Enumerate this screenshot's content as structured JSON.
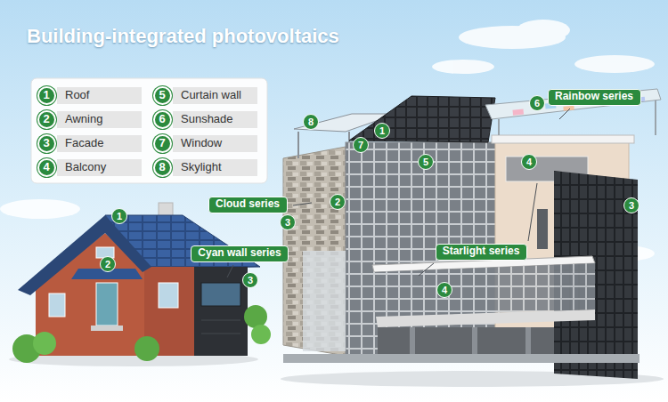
{
  "diagram": {
    "title": "Building-integrated photovoltaics",
    "nodes": [
      {
        "text": [
          "1"
        ]
      },
      {
        "text": [
          "Roof"
        ]
      },
      {
        "text": [
          "5"
        ]
      },
      {
        "text": [
          "Curtain wall"
        ]
      },
      {
        "text": [
          "2"
        ]
      },
      {
        "text": [
          "Awning"
        ]
      },
      {
        "text": [
          "6"
        ]
      },
      {
        "text": [
          "Sunshade"
        ]
      },
      {
        "text": [
          "3"
        ]
      },
      {
        "text": [
          "Facade"
        ]
      },
      {
        "text": [
          "7"
        ]
      },
      {
        "text": [
          "Window"
        ]
      },
      {
        "text": [
          "4"
        ]
      },
      {
        "text": [
          "Balcony"
        ]
      },
      {
        "text": [
          "8"
        ]
      },
      {
        "text": [
          "Skylight"
        ]
      },
      {
        "text": [
          "6"
        ]
      },
      {
        "text": [
          "Rainbow series"
        ]
      },
      {
        "text": [
          "8"
        ]
      },
      {
        "text": [
          "1"
        ]
      },
      {
        "text": [
          "7"
        ]
      },
      {
        "text": [
          "5"
        ]
      },
      {
        "text": [
          "4"
        ]
      },
      {
        "text": [
          "2"
        ]
      },
      {
        "text": [
          "Cloud series"
        ]
      },
      {
        "text": [
          "3"
        ]
      },
      {
        "text": [
          "1"
        ]
      },
      {
        "text": [
          "3"
        ]
      },
      {
        "text": [
          "Starlight series"
        ]
      },
      {
        "text": [
          "Cyan wall series"
        ]
      },
      {
        "text": [
          "2"
        ]
      },
      {
        "text": [
          "3"
        ]
      },
      {
        "text": [
          "4"
        ]
      }
    ]
  }
}
